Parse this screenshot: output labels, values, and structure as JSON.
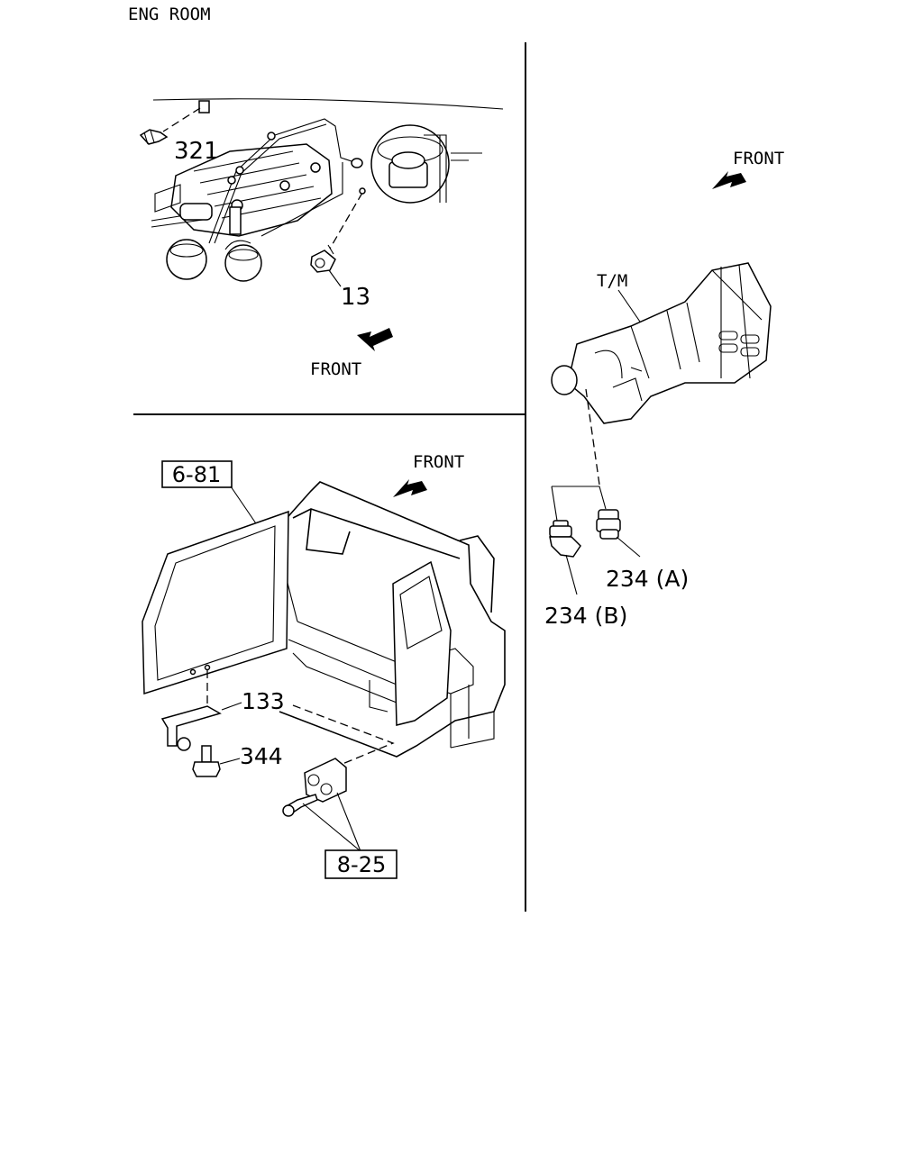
{
  "header": {
    "section_label": "ENG ROOM"
  },
  "panels": {
    "engine_room": {
      "front_label": "FRONT",
      "callouts": {
        "part_321": "321",
        "part_13": "13"
      }
    },
    "transmission": {
      "front_label": "FRONT",
      "tm_label": "T/M",
      "callouts": {
        "part_234a": "234 (A)",
        "part_234b": "234 (B)"
      }
    },
    "tailgate": {
      "front_label": "FRONT",
      "callouts": {
        "ref_6_81": "6-81",
        "part_133": "133",
        "part_344": "344",
        "ref_8_25": "8-25"
      }
    }
  },
  "colors": {
    "ink": "#000000",
    "paper": "#ffffff"
  }
}
